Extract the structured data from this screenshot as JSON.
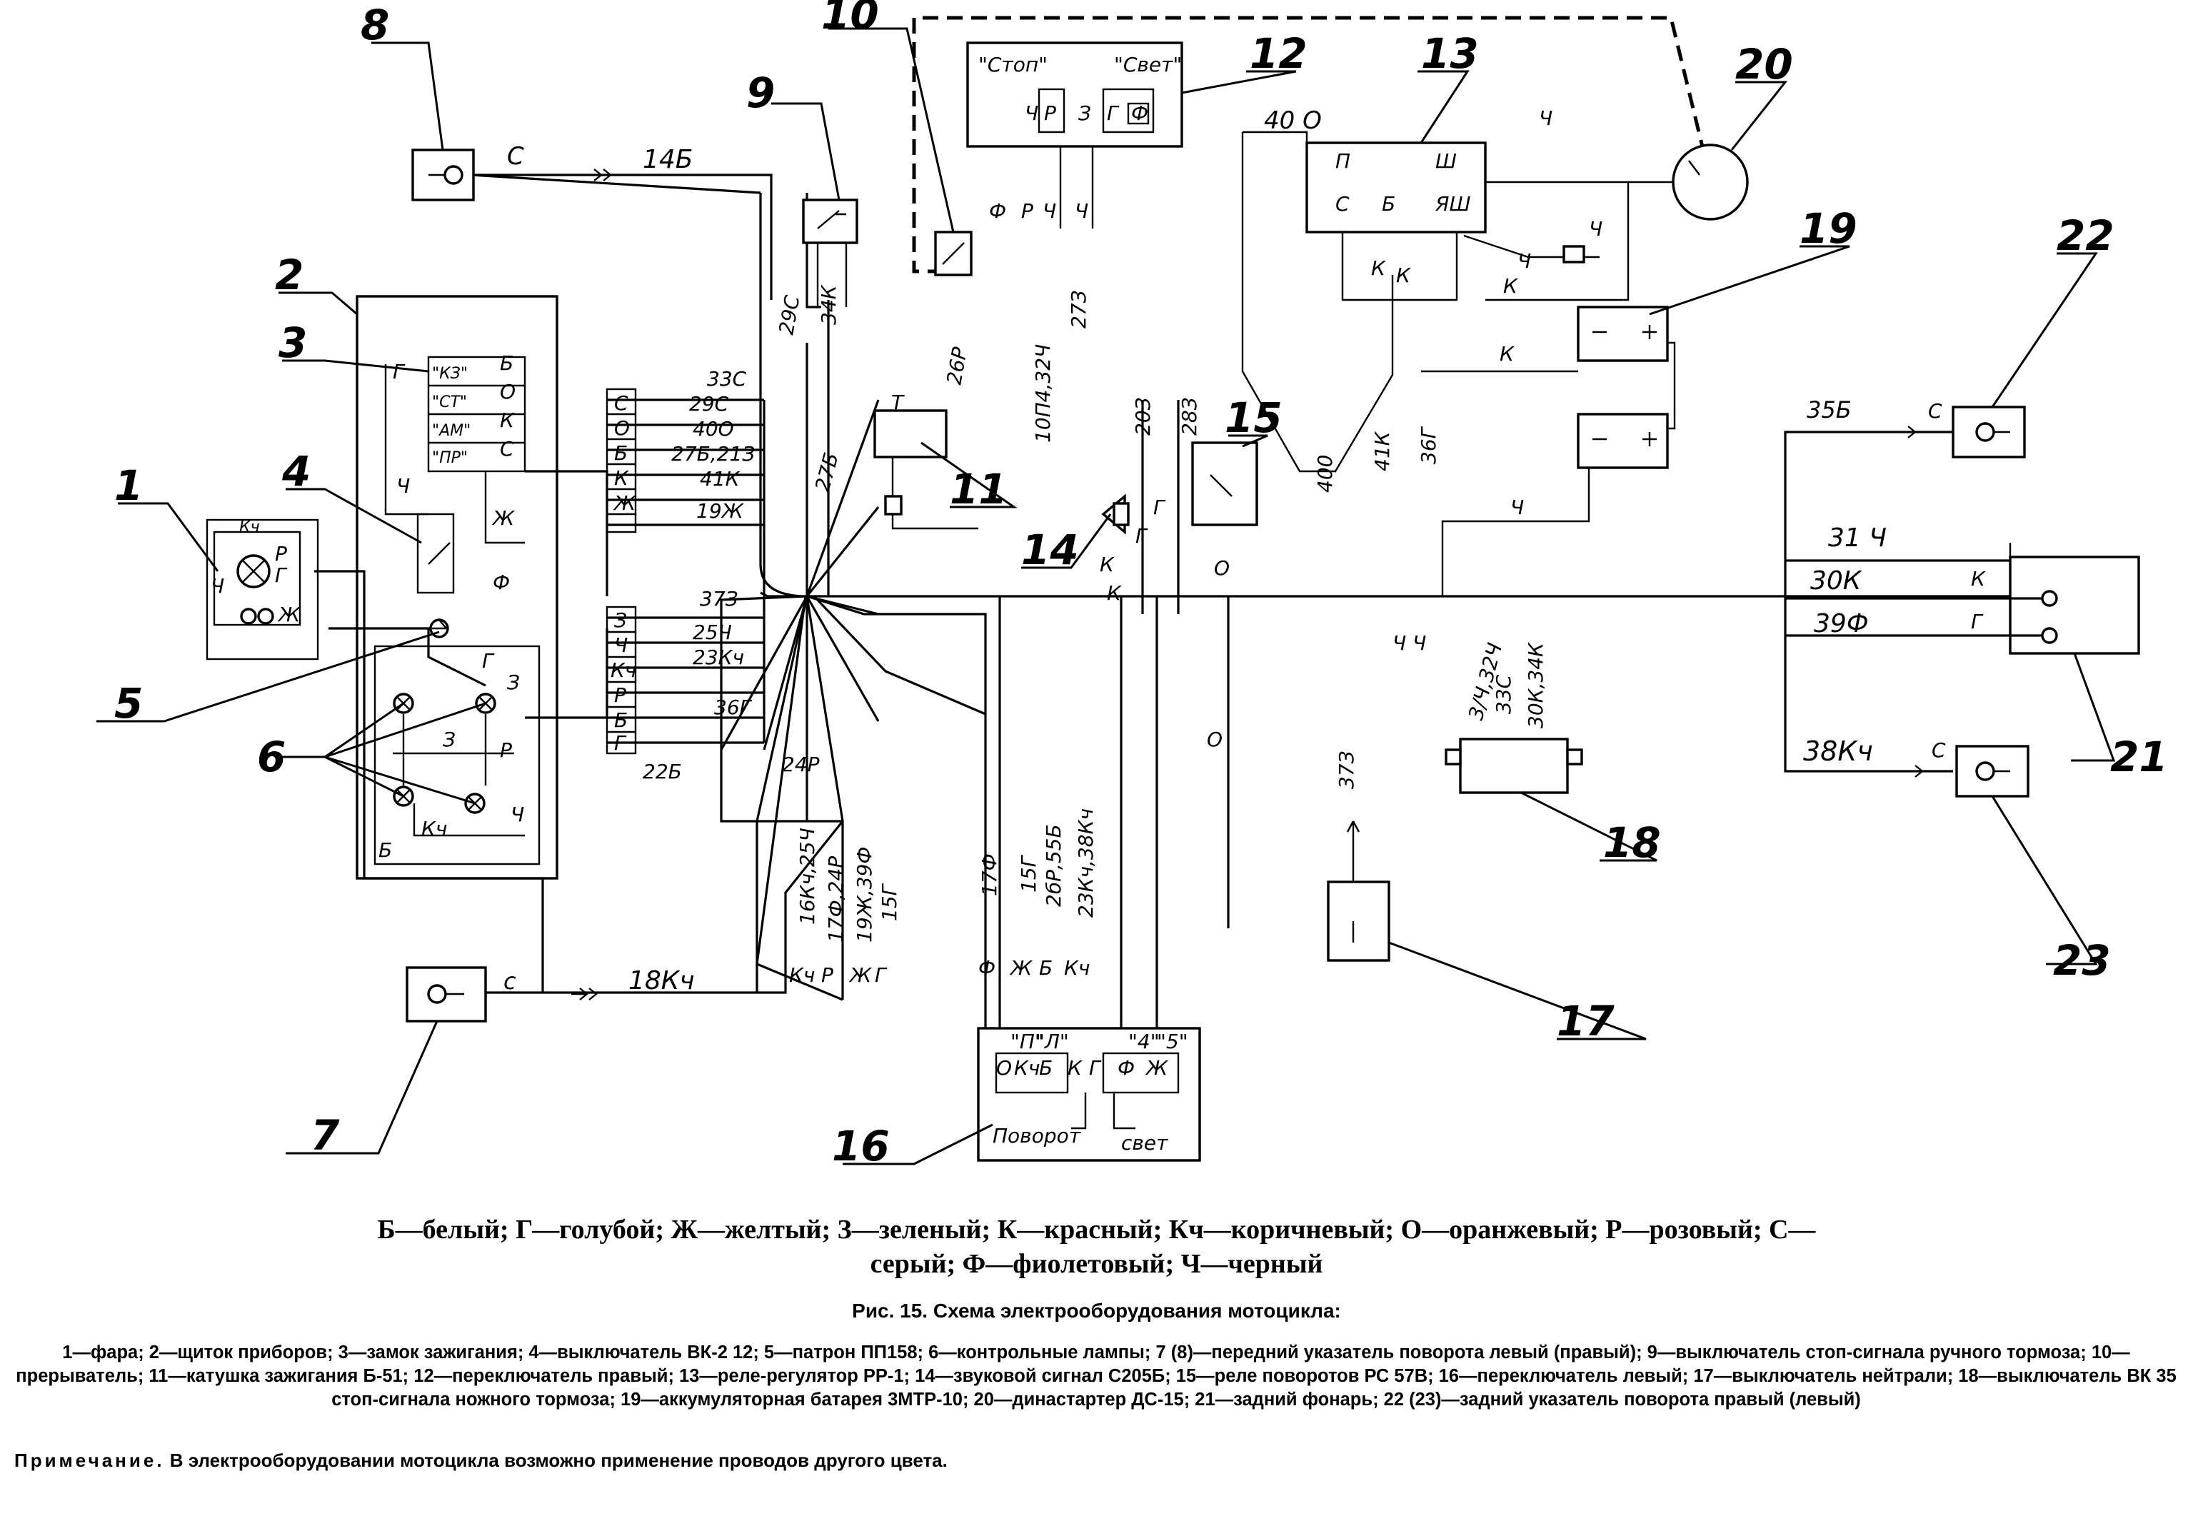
{
  "components": [
    {
      "num": "1"
    },
    {
      "num": "2"
    },
    {
      "num": "3"
    },
    {
      "num": "4"
    },
    {
      "num": "5"
    },
    {
      "num": "6"
    },
    {
      "num": "7"
    },
    {
      "num": "8"
    },
    {
      "num": "9"
    },
    {
      "num": "10"
    },
    {
      "num": "11"
    },
    {
      "num": "12"
    },
    {
      "num": "13"
    },
    {
      "num": "14"
    },
    {
      "num": "15"
    },
    {
      "num": "16"
    },
    {
      "num": "17"
    },
    {
      "num": "18"
    },
    {
      "num": "19"
    },
    {
      "num": "20"
    },
    {
      "num": "21"
    },
    {
      "num": "22"
    },
    {
      "num": "23"
    }
  ],
  "wire_labels": [
    "14Б",
    "С",
    "18Кч",
    "с",
    "33С",
    "29С",
    "40О",
    "27Б,21З",
    "41К",
    "19Ж",
    "37З",
    "25Ч",
    "23Кч",
    "36Г",
    "24Р",
    "22Б",
    "29С",
    "34К",
    "27Б",
    "26Р",
    "10П4,32Ч",
    "27З",
    "20З",
    "28З",
    "40 О",
    "Ч",
    "Ч",
    "Ч",
    "К",
    "К",
    "400",
    "41К",
    "36Г",
    "Ч",
    "Ч Ч",
    "3/Ч,32Ч",
    "33С",
    "30К,34К",
    "37З",
    "35Б",
    "С",
    "31 Ч",
    "30К",
    "К",
    "39Ф",
    "Г",
    "38Кч",
    "С",
    "17Ф",
    "15Г",
    "2бР,55Б",
    "23Кч,38Кч",
    "16Кч,25Ч",
    "17Ф,24Р",
    "19Ж,39Ф",
    "15Г",
    "К",
    "Г",
    "О",
    "О"
  ],
  "terminal_labels": {
    "switch_block": [
      "С",
      "О",
      "Б",
      "К",
      "Ж"
    ],
    "lamp_block": [
      "З",
      "Ч",
      "Кч",
      "Р",
      "Б",
      "Г"
    ],
    "ignition_lock": [
      "\"КЗ\"",
      "\"СТ\"",
      "\"АМ\"",
      "\"ПР\"",
      "Б",
      "О",
      "К",
      "С",
      "Г",
      "Ж",
      "Ч",
      "Ф"
    ],
    "dash_lamps": [
      "З",
      "З",
      "Р",
      "Кч",
      "Ч",
      "Б",
      "Г"
    ],
    "headlamp": [
      "Кч",
      "Р",
      "Г",
      "Ж",
      "Ч"
    ],
    "switch_12": [
      "\"Стоп\"",
      "\"Свет\"",
      "Ч",
      "Р",
      "З",
      "Г",
      "Ф"
    ],
    "relay_13": [
      "П",
      "Ш",
      "С",
      "Б",
      "ЯШ",
      "К",
      "К"
    ],
    "switch_16": [
      "\"П\"",
      "\"Л\"",
      "\"4\"",
      "\"5\"",
      "О",
      "Кч",
      "Б",
      "К",
      "Г",
      "Ф",
      "Ж",
      "Поворот",
      "свет"
    ],
    "harness_16": [
      "Ф",
      "Ж",
      "Б",
      "Кч",
      "Кч",
      "Р",
      "Ж",
      "Г"
    ],
    "interrupter_10": [
      "Ф",
      "Р",
      "Ч",
      "Ч"
    ],
    "coil_11": [
      "Т"
    ],
    "horn_14": [
      "К",
      "Г"
    ]
  },
  "legend": {
    "line1": "Б—белый; Г—голубой; Ж—желтый; З—зеленый; К—красный; Кч—коричневый; О—оранжевый; Р—розовый; С—",
    "line2": "серый; Ф—фиолетовый; Ч—черный"
  },
  "caption": "Рис. 15. Схема электрооборудования мотоцикла:",
  "description": "1—фара; 2—щиток приборов; 3—замок зажигания; 4—выключатель ВК-2 12; 5—патрон ПП158; 6—контрольные лампы; 7 (8)—передний указатель поворота левый (правый); 9—выключатель стоп-сигнала ручного тормоза; 10—прерыватель; 11—катушка зажигания Б-51; 12—переключатель правый; 13—реле-регулятор РР-1; 14—звуковой сигнал С205Б; 15—реле поворотов РС 57В; 16—переключатель левый; 17—выключатель нейтрали; 18—выключатель ВК 35 стоп-сигнала ножного тормоза; 19—аккумуляторная батарея 3МТР-10; 20—династартер ДС-15; 21—задний фонарь; 22 (23)—задний указатель поворота правый (левый)",
  "note": {
    "title": "Примечание.",
    "text": "В электрооборудовании мотоцикла возможно применение проводов другого цвета."
  }
}
